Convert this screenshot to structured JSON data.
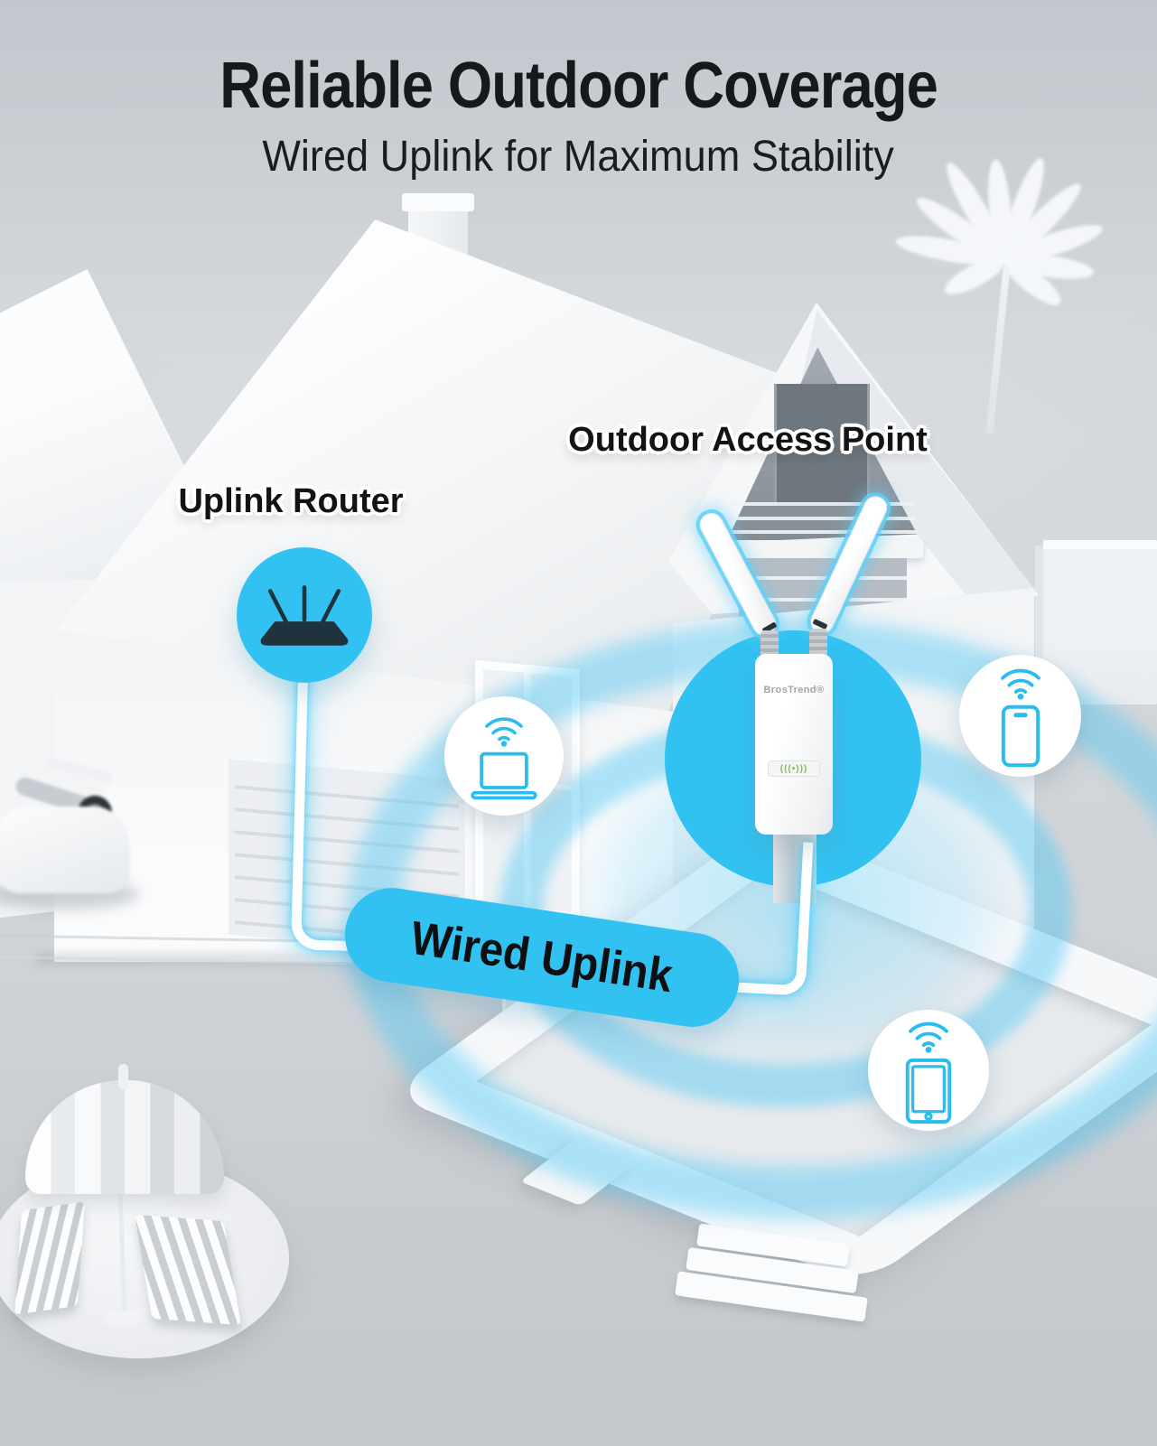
{
  "header": {
    "title": "Reliable Outdoor Coverage",
    "subtitle": "Wired Uplink for Maximum Stability"
  },
  "diagram": {
    "router_label": "Uplink Router",
    "ap_label": "Outdoor Access Point",
    "uplink_label": "Wired Uplink",
    "device": {
      "brand": "BrosTrend®",
      "led_text": "(((•)))"
    }
  },
  "icons": {
    "router": "router-icon",
    "wifi": "wifi-signal-icon",
    "laptop": "laptop-icon",
    "phone": "smartphone-icon",
    "tablet": "tablet-icon"
  },
  "colors": {
    "accent": "#31C2F2",
    "icon_stroke": "#29BCF0",
    "router_icon": "#20333D",
    "led_green": "#7FBE3F",
    "ring": "rgba(80,200,244,0.45)",
    "text_dark": "#17181A"
  }
}
